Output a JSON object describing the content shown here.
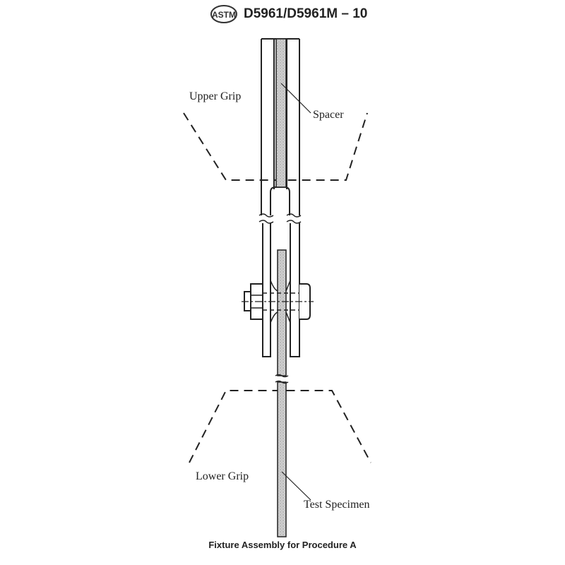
{
  "header": {
    "logo_text": "ASTM",
    "designation": "D5961/D5961M – 10"
  },
  "labels": {
    "upper_grip": "Upper Grip",
    "spacer": "Spacer",
    "lower_grip": "Lower Grip",
    "test_specimen": "Test Specimen"
  },
  "caption": "Fixture Assembly for Procedure A"
}
